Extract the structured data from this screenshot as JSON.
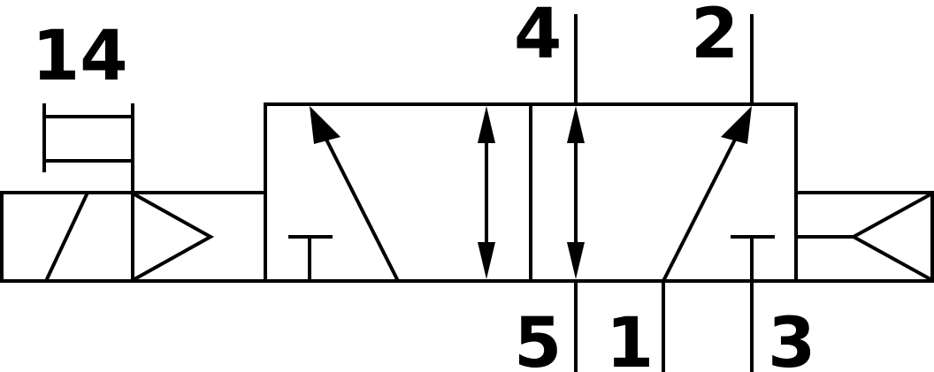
{
  "ports": {
    "pilot": "14",
    "out_a": "4",
    "out_b": "2",
    "exhaust_a": "5",
    "supply": "1",
    "exhaust_b": "3"
  }
}
